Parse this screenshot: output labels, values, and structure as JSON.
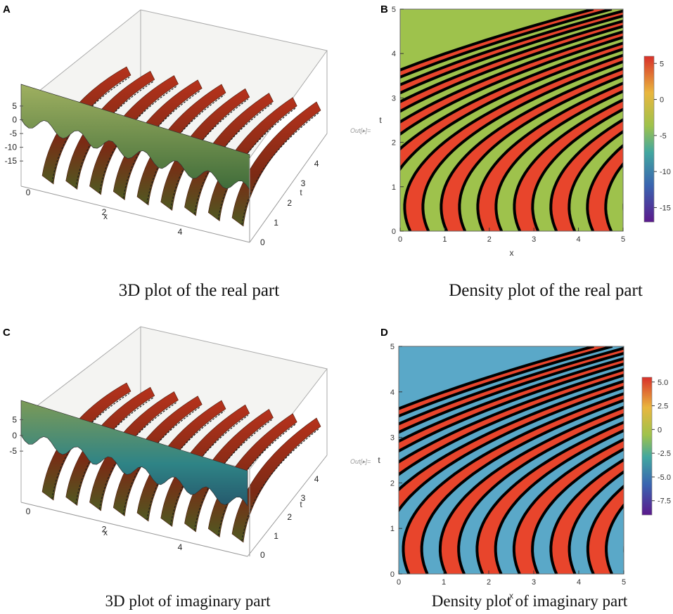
{
  "colors": {
    "red": "#e8452c",
    "orange": "#f08a36",
    "green": "#9ec24c",
    "blue": "#5aa8c8",
    "black": "#000000",
    "frame": "#999999"
  },
  "chart_data": [
    {
      "type": "surface3d",
      "panel": "A",
      "caption": "3D plot of the real part",
      "xlabel": "x",
      "ylabel": "t",
      "x_ticks": [
        "0",
        "2",
        "4"
      ],
      "t_ticks": [
        "0",
        "1",
        "2",
        "3",
        "4"
      ],
      "z_ticks": [
        "5",
        "0",
        "-5",
        "-10",
        "-15"
      ],
      "xlim": [
        0,
        5
      ],
      "tlim": [
        0,
        5
      ],
      "zlim": [
        -17,
        6
      ]
    },
    {
      "type": "heatmap",
      "panel": "B",
      "caption": "Density plot of the real part",
      "xlabel": "x",
      "ylabel": "t",
      "out_label": "Out[▸]=",
      "x_ticks": [
        "0",
        "1",
        "2",
        "3",
        "4",
        "5"
      ],
      "t_ticks": [
        "0",
        "1",
        "2",
        "3",
        "4",
        "5"
      ],
      "xlim": [
        0,
        5
      ],
      "tlim": [
        0,
        5
      ],
      "legend_ticks": [
        "5",
        "0",
        "-5",
        "-10",
        "-15"
      ],
      "legend_range": [
        -17,
        6
      ],
      "stripe_colors": [
        "#e8452c",
        "#9ec24c"
      ]
    },
    {
      "type": "surface3d",
      "panel": "C",
      "caption": "3D plot of imaginary part",
      "xlabel": "x",
      "ylabel": "t",
      "x_ticks": [
        "0",
        "2",
        "4"
      ],
      "t_ticks": [
        "0",
        "1",
        "2",
        "3",
        "4"
      ],
      "z_ticks": [
        "5",
        "0",
        "-5"
      ],
      "xlim": [
        0,
        5
      ],
      "tlim": [
        0,
        5
      ],
      "zlim": [
        -9,
        6
      ]
    },
    {
      "type": "heatmap",
      "panel": "D",
      "caption": "Density plot of imaginary part",
      "xlabel": "x",
      "ylabel": "t",
      "out_label": "Out[▸]=",
      "x_ticks": [
        "0",
        "1",
        "2",
        "3",
        "4",
        "5"
      ],
      "t_ticks": [
        "0",
        "1",
        "2",
        "3",
        "4",
        "5"
      ],
      "xlim": [
        0,
        5
      ],
      "tlim": [
        0,
        5
      ],
      "legend_ticks": [
        "5.0",
        "2.5",
        "0",
        "-2.5",
        "-5.0",
        "-7.5"
      ],
      "legend_range": [
        -9,
        5.5
      ],
      "stripe_colors": [
        "#e8452c",
        "#5aa8c8"
      ]
    }
  ]
}
